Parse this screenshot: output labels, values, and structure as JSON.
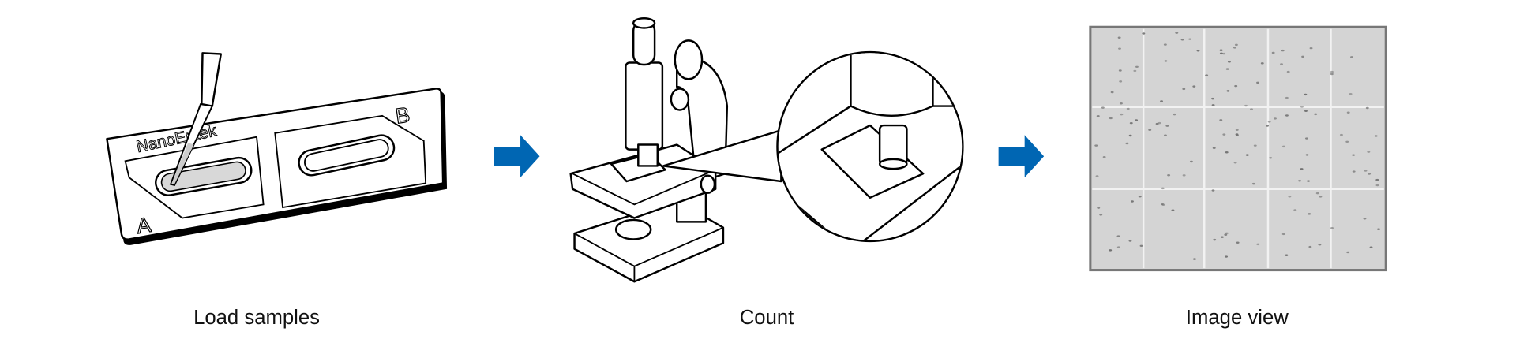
{
  "steps": [
    {
      "label": "Load samples",
      "slide_brand": "NanoEntek",
      "chamber_a": "A",
      "chamber_b": "B"
    },
    {
      "label": "Count"
    },
    {
      "label": "Image view"
    }
  ],
  "colors": {
    "arrow": "#0066b3",
    "sample_fill": "#d8d8d8",
    "image_bg": "#d4d4d4"
  }
}
